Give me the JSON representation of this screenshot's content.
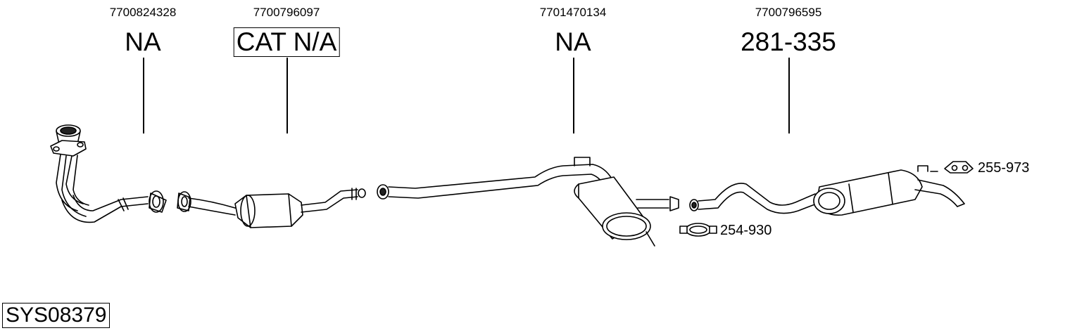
{
  "parts": [
    {
      "oem": "7700824328",
      "ref": "NA",
      "boxed": false
    },
    {
      "oem": "7700796097",
      "ref": "CAT N/A",
      "boxed": true
    },
    {
      "oem": "7701470134",
      "ref": "NA",
      "boxed": false
    },
    {
      "oem": "7700796595",
      "ref": "281-335",
      "boxed": false
    }
  ],
  "accessories": [
    {
      "ref": "255-973",
      "icon": "rubber-hanger-icon"
    },
    {
      "ref": "254-930",
      "icon": "pipe-clamp-icon"
    }
  ],
  "system_id": "SYS08379"
}
